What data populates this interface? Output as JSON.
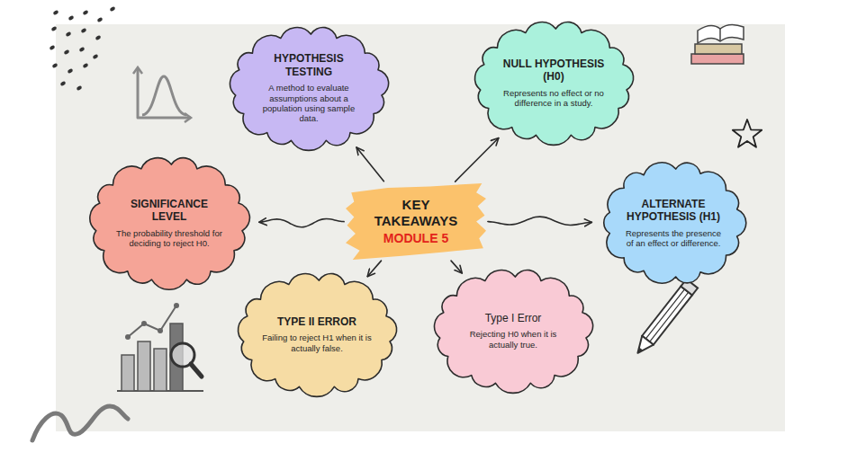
{
  "diagram": {
    "nodes": [
      {
        "text": [
          "HYPOTHESIS TESTING",
          "A method to evaluate assumptions about a population using sample data."
        ]
      },
      {
        "text": [
          "NULL HYPOTHESIS (H0)",
          "Represents no effect or no difference in a study."
        ]
      },
      {
        "text": [
          "SIGNIFICANCE LEVEL",
          "The probability threshold for deciding to reject H0."
        ]
      },
      {
        "text": [
          "KEY TAKEAWAYS",
          "MODULE 5"
        ]
      },
      {
        "text": [
          "ALTERNATE HYPOTHESIS (H1)",
          "Represents the presence of an effect or difference."
        ]
      },
      {
        "text": [
          "TYPE II ERROR",
          "Failing to reject H1 when it is actually false."
        ]
      },
      {
        "text": [
          "Type I Error",
          "Rejecting H0 when it is actually true."
        ]
      }
    ],
    "edges": [
      {
        "from": 3,
        "to": 0,
        "arrow": "to"
      },
      {
        "from": 3,
        "to": 1,
        "arrow": "to"
      },
      {
        "from": 3,
        "to": 2,
        "arrow": "to"
      },
      {
        "from": 3,
        "to": 4,
        "arrow": "to"
      },
      {
        "from": 3,
        "to": 5,
        "arrow": "to"
      },
      {
        "from": 3,
        "to": 6,
        "arrow": "to"
      }
    ]
  }
}
